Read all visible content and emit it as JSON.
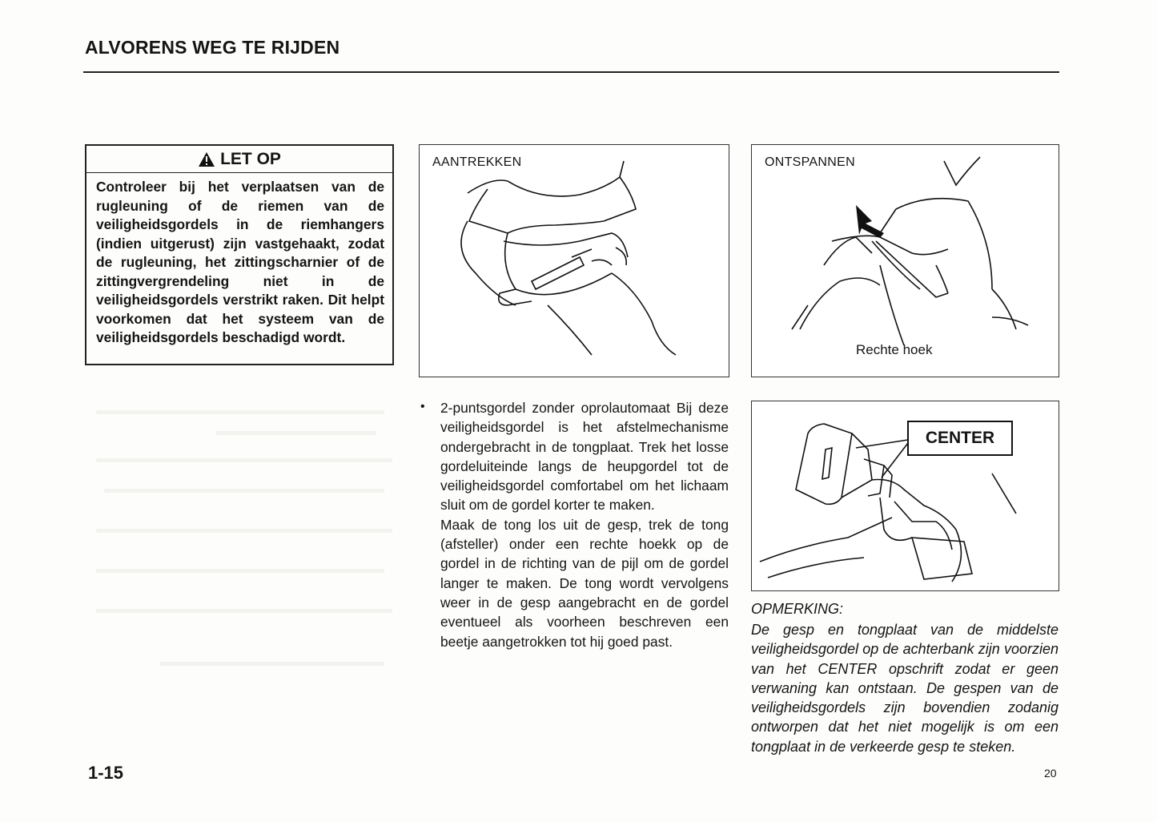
{
  "header": {
    "title": "ALVORENS WEG TE RIJDEN"
  },
  "caution": {
    "icon": "warning-triangle-icon",
    "title": "LET OP",
    "text": "Controleer bij het verplaatsen van de rugleuning of de riemen van de veiligheidsgordels in de riemhangers (indien uitgerust) zijn vastgehaakt, zodat de rugleuning, het zittingscharnier of de zittingvergrendeling niet in de veiligheidsgordels verstrikt raken. Dit helpt voorkomen dat het systeem van de veiligheidsgordels beschadigd wordt."
  },
  "figures": {
    "tighten": {
      "label": "AANTREKKEN"
    },
    "loosen": {
      "label": "ONTSPANNEN",
      "caption": "Rechte hoek"
    },
    "center": {
      "label": "CENTER"
    }
  },
  "body": {
    "bullet": "•",
    "paragraph1": "2-puntsgordel zonder oprolautomaat Bij deze veiligheidsgordel is het afstelmechanisme ondergebracht in de tongplaat. Trek het losse gordeluiteinde langs de heupgordel tot de veiligheidsgordel comfortabel om het lichaam sluit om de gordel korter te maken.",
    "paragraph2": "Maak de tong los uit de gesp, trek de tong (afsteller) onder een rechte hoekk op de gordel in de richting van de pijl om de gordel langer te maken. De tong wordt vervolgens weer in de gesp aangebracht en de gordel eventueel als voorheen beschreven een beetje aangetrokken tot hij goed past."
  },
  "note": {
    "label": "OPMERKING:",
    "text": "De gesp en tongplaat van de middelste veiligheidsgordel op de achterbank zijn voorzien van het CENTER opschrift zodat er geen verwaning kan ontstaan. De gespen van de veiligheidsgordels zijn bovendien zodanig ontworpen dat het niet mogelijk is om een tongplaat in de verkeerde gesp te steken."
  },
  "footer": {
    "page_number": "1-15",
    "figure_number": "20"
  }
}
